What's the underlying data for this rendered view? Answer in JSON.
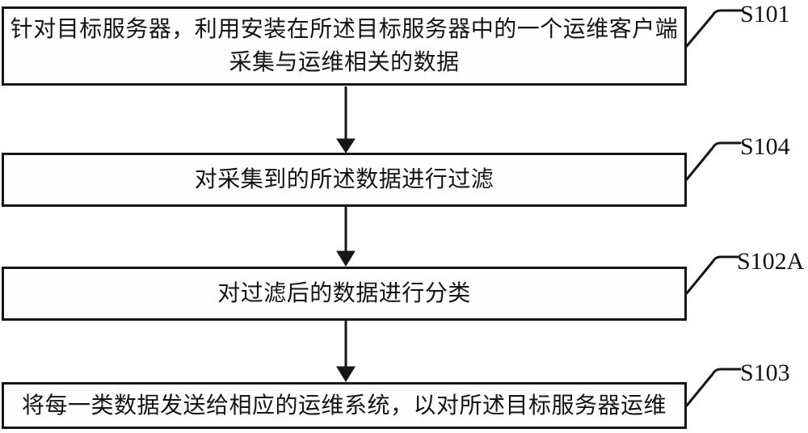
{
  "flowchart": {
    "background_color": "#ffffff",
    "line_color": "#161616",
    "steps": [
      {
        "label": "S101",
        "text_lines": [
          "针对目标服务器，利用安装在所述目标服务器中的一个运维客户端",
          "采集与运维相关的数据"
        ]
      },
      {
        "label": "S104",
        "text_lines": [
          "对采集到的所述数据进行过滤"
        ]
      },
      {
        "label": "S102A",
        "text_lines": [
          "对过滤后的数据进行分类"
        ]
      },
      {
        "label": "S103",
        "text_lines": [
          "将每一类数据发送给相应的运维系统，以对所述目标服务器运维"
        ]
      }
    ]
  }
}
